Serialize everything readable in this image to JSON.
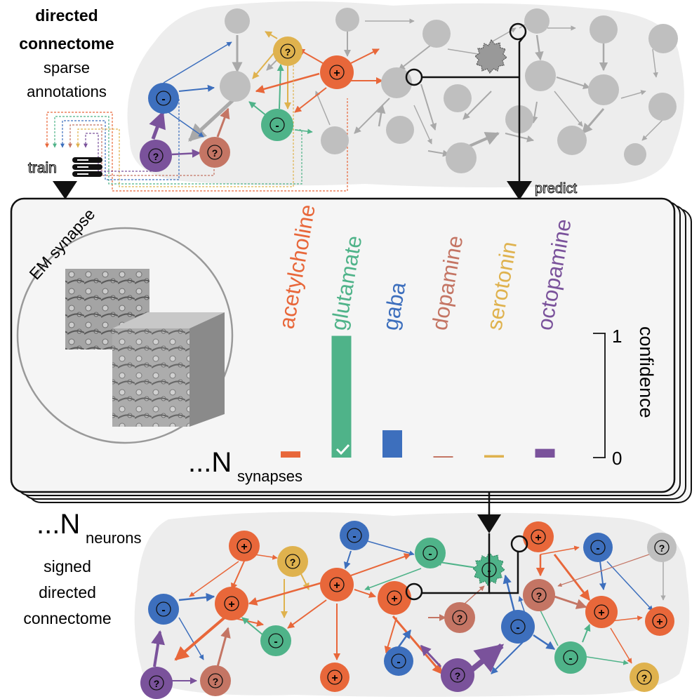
{
  "top_labels": {
    "directed": "directed",
    "connectome": "connectome",
    "sparse": "sparse",
    "annotations": "annotations",
    "train": "train",
    "predict": "predict"
  },
  "panel": {
    "em_title": "EM synapse",
    "n_prefix": "...N",
    "n_sub": "synapses",
    "confidence_label": "confidence",
    "conf_max": "1",
    "conf_min": "0"
  },
  "bottom_labels": {
    "neurons_prefix": "...N",
    "neurons_sub": "neurons",
    "signed": "signed",
    "directed": "directed",
    "connectome": "connectome"
  },
  "markers": {
    "plus": "+",
    "minus": "-",
    "unknown": "?"
  },
  "colors": {
    "acetylcholine": "#e8673a",
    "glutamate": "#4fb389",
    "gaba": "#3d6fbd",
    "dopamine": "#c47564",
    "serotonin": "#dfb24e",
    "octopamine": "#7a529b",
    "gray_node": "#bfbfbf",
    "background_blob": "#ededed"
  },
  "chart_data": {
    "type": "bar",
    "categories": [
      "acetylcholine",
      "glutamate",
      "gaba",
      "dopamine",
      "serotonin",
      "octopamine"
    ],
    "values": [
      0.05,
      0.98,
      0.22,
      0.01,
      0.02,
      0.07
    ],
    "ylabel": "confidence",
    "ylim": [
      0,
      1
    ],
    "predicted": "glutamate"
  }
}
